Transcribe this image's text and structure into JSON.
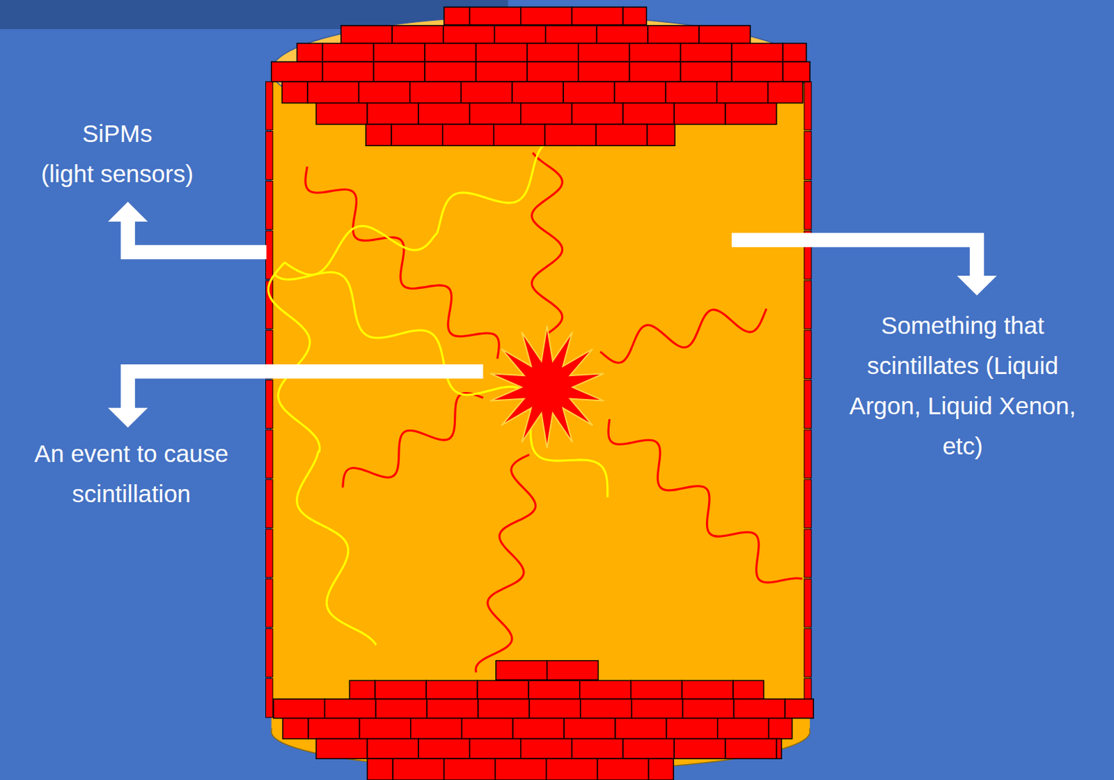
{
  "diagram": {
    "labels": [
      "SiPMs (light sensors)",
      "An event to cause scintillation",
      "Something that scintillates (Liquid Argon, Liquid Xenon, etc)"
    ]
  }
}
